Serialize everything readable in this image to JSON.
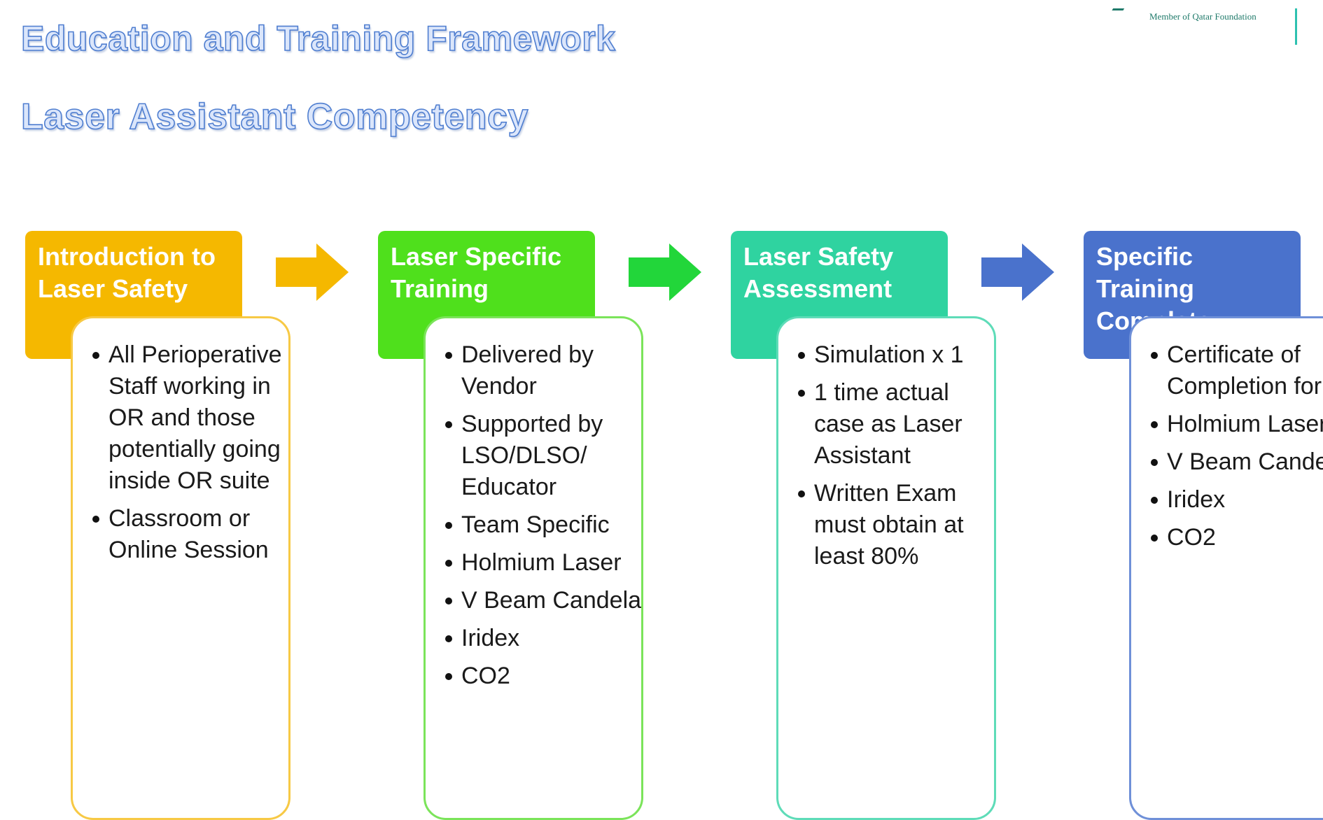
{
  "title": "Education and Training Framework",
  "subtitle": "Laser Assistant Competency",
  "logo_text": "Member of Qatar Foundation",
  "stages": [
    {
      "header": "Introduction to\nLaser Safety",
      "color": "#f5b800",
      "border": "#f7c945",
      "bullets": [
        "All Perioperative Staff working in OR and those potentially going inside OR suite",
        "Classroom or Online Session"
      ]
    },
    {
      "header": "Laser Specific\nTraining",
      "color": "#4fe01c",
      "border": "#7be45a",
      "bullets": [
        "Delivered by Vendor",
        "Supported by LSO/DLSO/ Educator",
        "Team Specific",
        "Holmium Laser",
        "V Beam Candela",
        "Iridex",
        "CO2"
      ]
    },
    {
      "header": "Laser Safety\nAssessment",
      "color": "#2fd3a0",
      "border": "#5edcb8",
      "bullets": [
        "Simulation x 1",
        "1 time actual case as Laser Assistant",
        "Written Exam must obtain at least 80%"
      ]
    },
    {
      "header": "Specific Training\nComplete",
      "color": "#4a72cc",
      "border": "#6f90d8",
      "bullets": [
        "Certificate of Completion for:",
        "Holmium Laser",
        "V Beam Candela",
        "Iridex",
        "CO2"
      ]
    }
  ],
  "arrows": [
    {
      "color": "#f5b800"
    },
    {
      "color": "#22d63a"
    },
    {
      "color": "#4a72cc"
    }
  ]
}
